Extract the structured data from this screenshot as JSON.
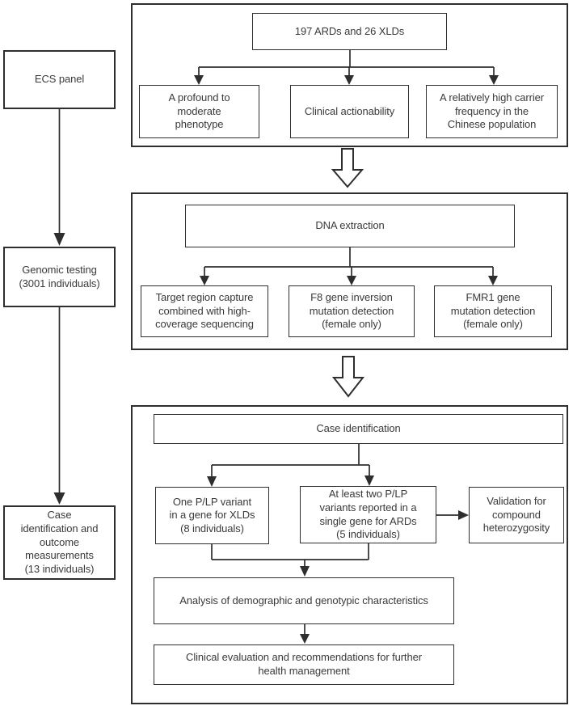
{
  "colors": {
    "line": "#2e2e2e",
    "text": "#3a3a3a",
    "background": "#ffffff"
  },
  "left_column": {
    "ecs_panel": "ECS panel",
    "genomic_testing": "Genomic testing\n(3001 individuals)",
    "case_outcome": "Case\nidentification and\noutcome\nmeasurements\n(13 individuals)"
  },
  "stage1": {
    "header": "197 ARDs and 26 XLDs",
    "child1": "A profound to\nmoderate\nphenotype",
    "child2": "Clinical actionability",
    "child3": "A relatively high carrier\nfrequency in the\nChinese population"
  },
  "stage2": {
    "header": "DNA extraction",
    "child1": "Target region capture\ncombined with high-\ncoverage sequencing",
    "child2": "F8 gene inversion\nmutation detection\n(female only)",
    "child3": "FMR1 gene\nmutation detection\n(female only)"
  },
  "stage3": {
    "header": "Case identification",
    "branch1": "One P/LP variant\nin a gene for XLDs\n(8 individuals)",
    "branch2": "At least two P/LP\nvariants reported in a\nsingle gene for ARDs\n(5 individuals)",
    "validation": "Validation for\ncompound\nheterozygosity",
    "step1": "Analysis of demographic and genotypic characteristics",
    "step2": "Clinical evaluation and recommendations for further\nhealth management"
  }
}
